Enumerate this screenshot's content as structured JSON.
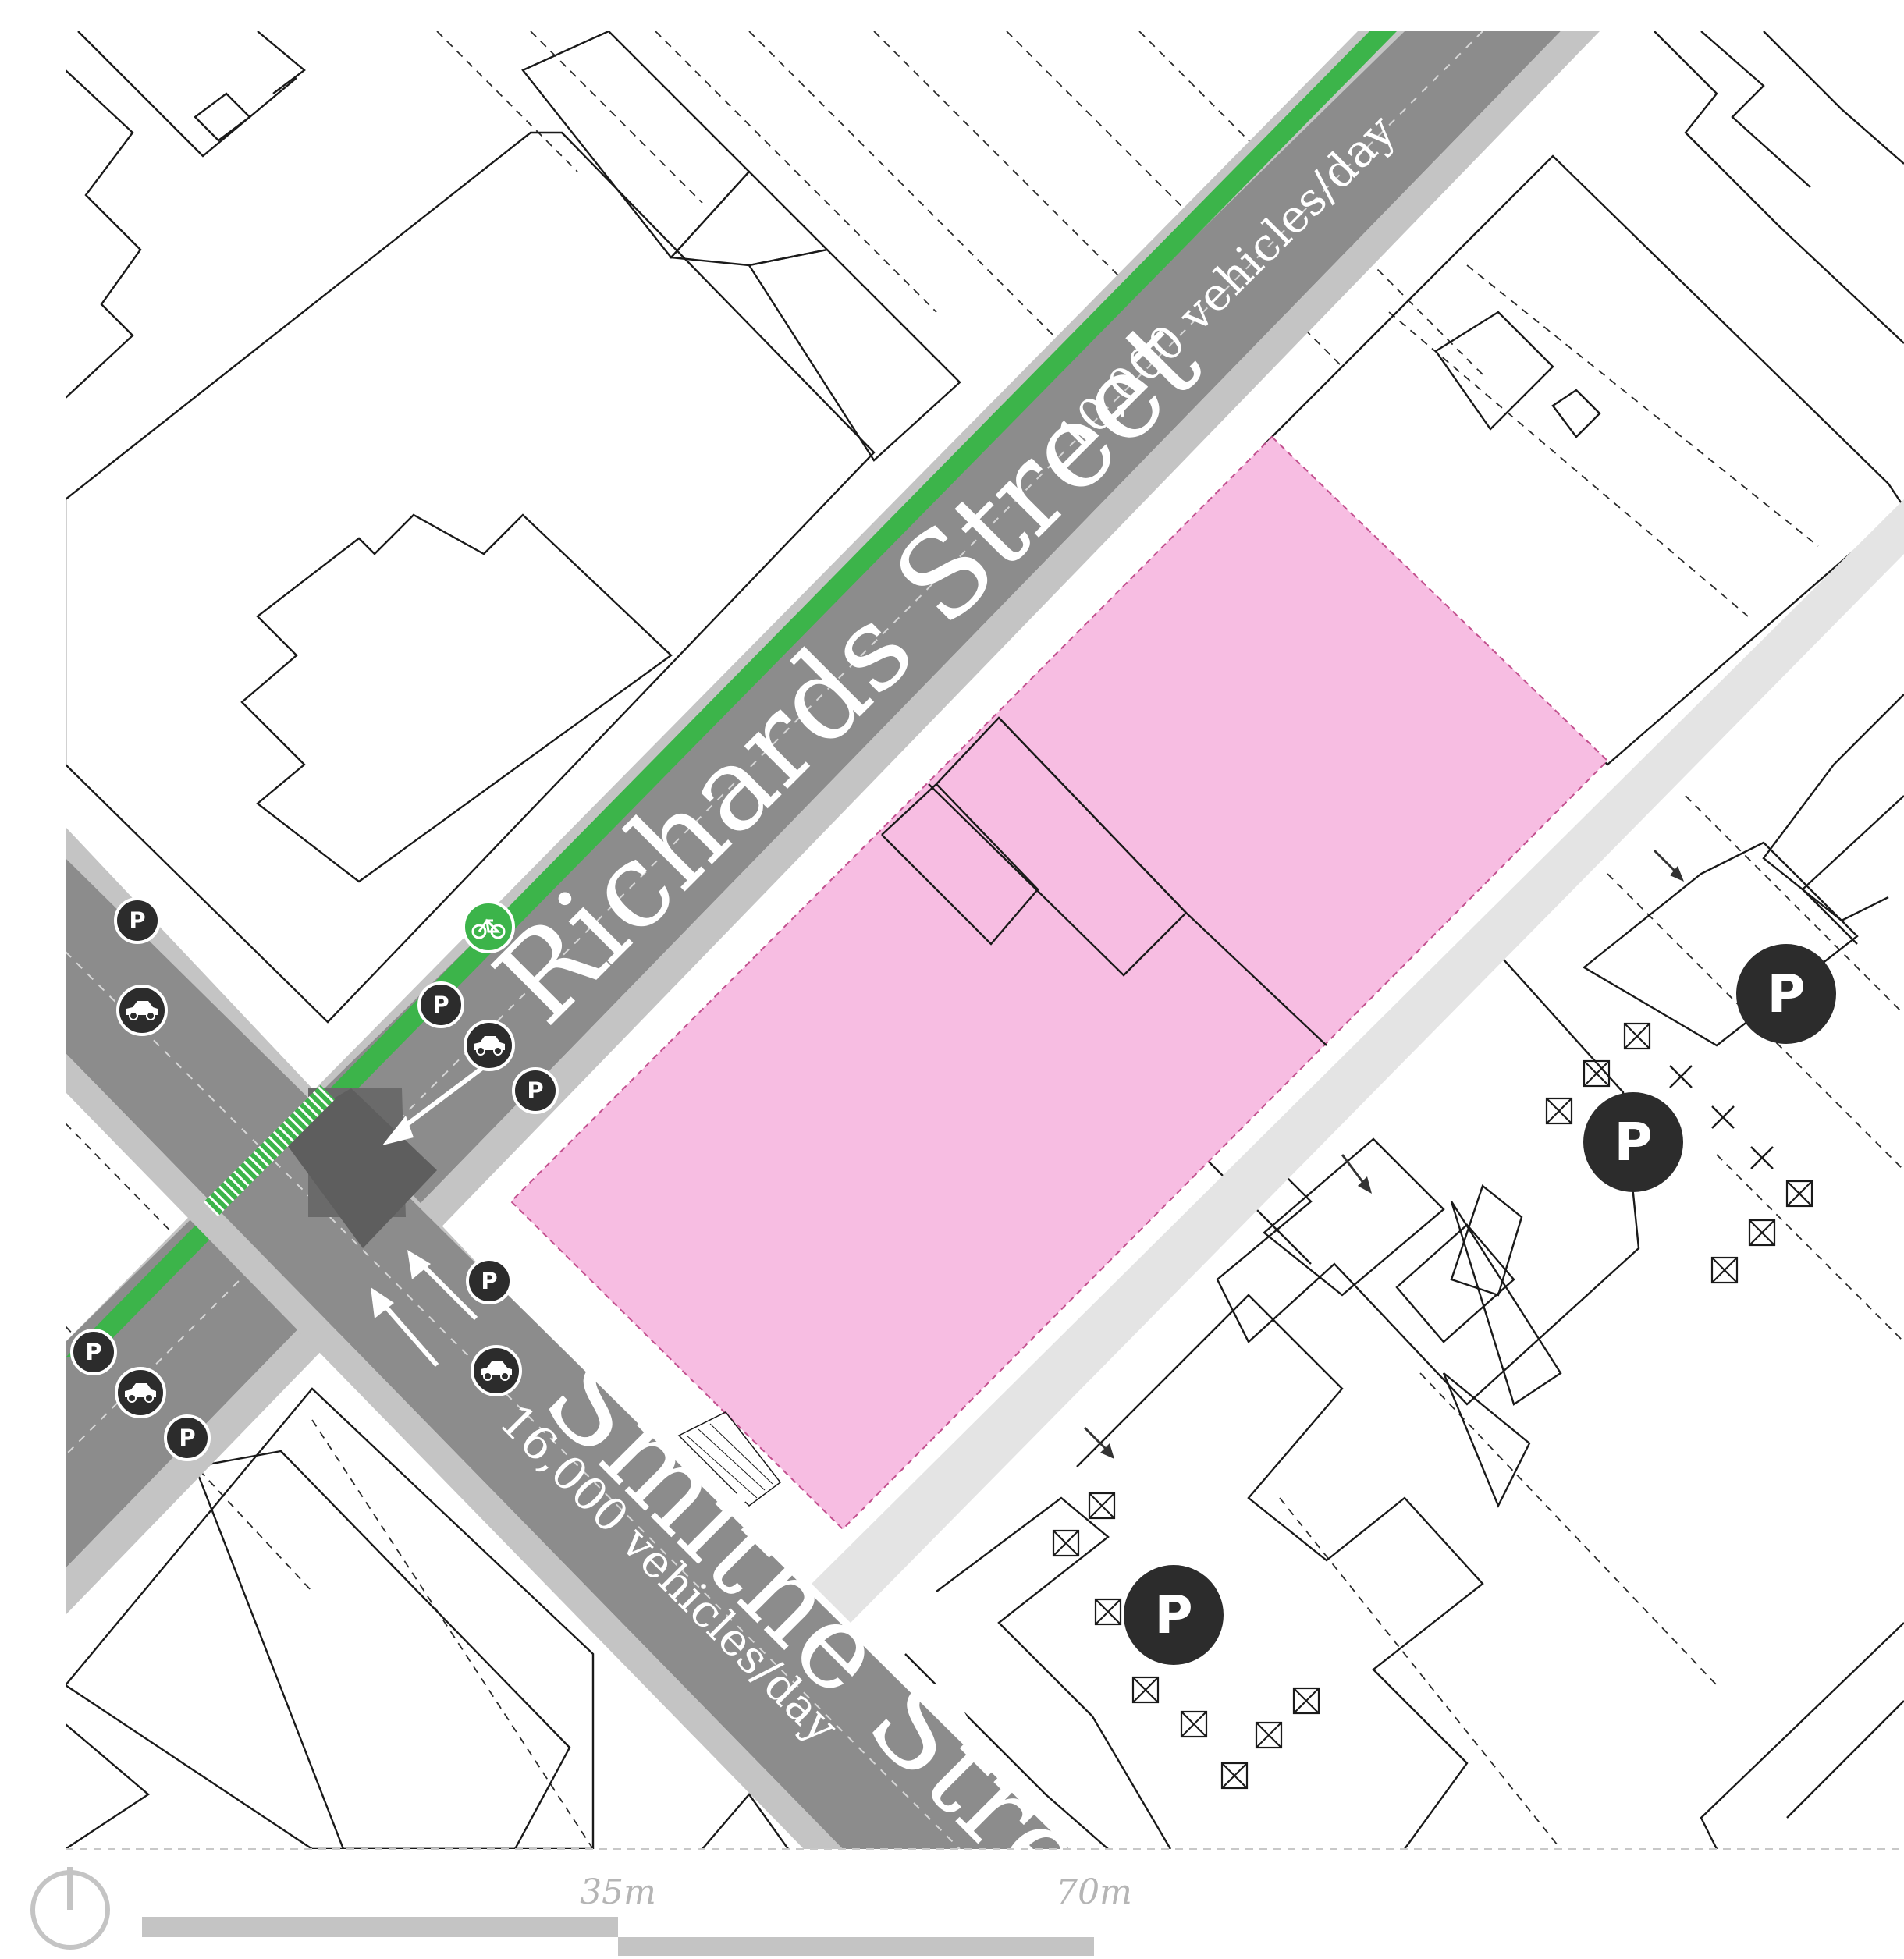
{
  "streets": {
    "richards": {
      "name": "Richards Street",
      "traffic": "10,000 vehicles/day"
    },
    "smithe": {
      "name": "Smithe Street",
      "traffic": "16,000 vehicles/day"
    }
  },
  "icons": {
    "parking_letter": "P",
    "parking": "parking-icon",
    "car": "car-icon",
    "bicycle": "bicycle-icon",
    "north_arrow": "north-arrow-icon",
    "tree": "tree-icon",
    "direction_arrow": "arrow-icon"
  },
  "scale_bar": {
    "labels": [
      "35m",
      "70m"
    ]
  },
  "colors": {
    "site_parcel": "#f7bde2",
    "road": "#8c8c8c",
    "road_light": "#c4c4c4",
    "bike_lane": "#3cb44a",
    "sidewalk": "#e4e4e4",
    "intersection": "#6a6a6a",
    "marker_dark": "#2c2c2c"
  }
}
